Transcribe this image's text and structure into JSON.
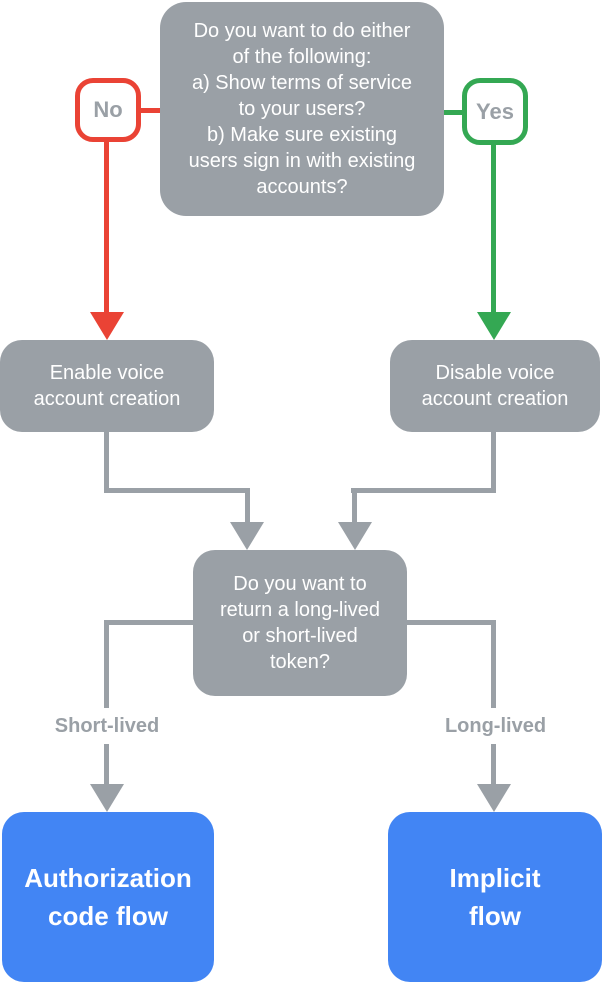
{
  "diagram": {
    "title": "Voice account creation / token flow decision chart",
    "colors": {
      "node_gray": "#9AA0A6",
      "branch_red": "#EA4335",
      "branch_green": "#34A853",
      "terminal_blue": "#4285F4",
      "node_text": "#FFFFFF",
      "label_text": "#9AA0A6",
      "background": "#FFFFFF"
    },
    "nodes": {
      "question_top": "Do you want to do either\nof the following:\na) Show terms of service\nto your users?\nb) Make sure existing\nusers sign in with existing\naccounts?",
      "answer_no": "No",
      "answer_yes": "Yes",
      "enable_voice": "Enable voice\naccount creation",
      "disable_voice": "Disable voice\naccount creation",
      "question_token": "Do you want to\nreturn a long-lived\nor short-lived\ntoken?",
      "label_short_lived": "Short-lived",
      "label_long_lived": "Long-lived",
      "authorization_code_flow": "Authorization\ncode flow",
      "implicit_flow": "Implicit\nflow"
    }
  }
}
